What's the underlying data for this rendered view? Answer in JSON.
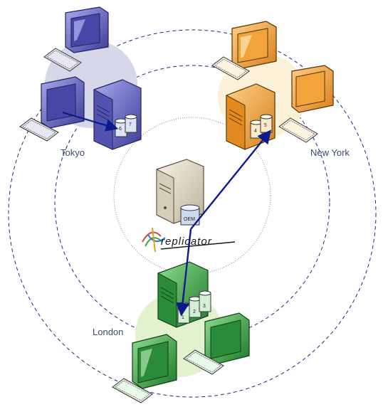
{
  "sites": [
    {
      "id": "tokyo",
      "label": "Tokyo",
      "color": "#7777cc",
      "disks": [
        "6",
        "7"
      ]
    },
    {
      "id": "newyork",
      "label": "New York",
      "color": "#f0a030",
      "disks": [
        "4",
        "5"
      ]
    },
    {
      "id": "london",
      "label": "London",
      "color": "#2e9a40",
      "disks": [
        "1",
        "2",
        "3"
      ]
    }
  ],
  "center": {
    "disk_label": "OEM",
    "logo_text": "replicator"
  },
  "colors": {
    "tokyo": "#7777cc",
    "newyork": "#f0a030",
    "london": "#2e9a40",
    "center": "#e8e2d2",
    "arrow": "#0d1a8c",
    "ring": "#1a2a8a"
  }
}
